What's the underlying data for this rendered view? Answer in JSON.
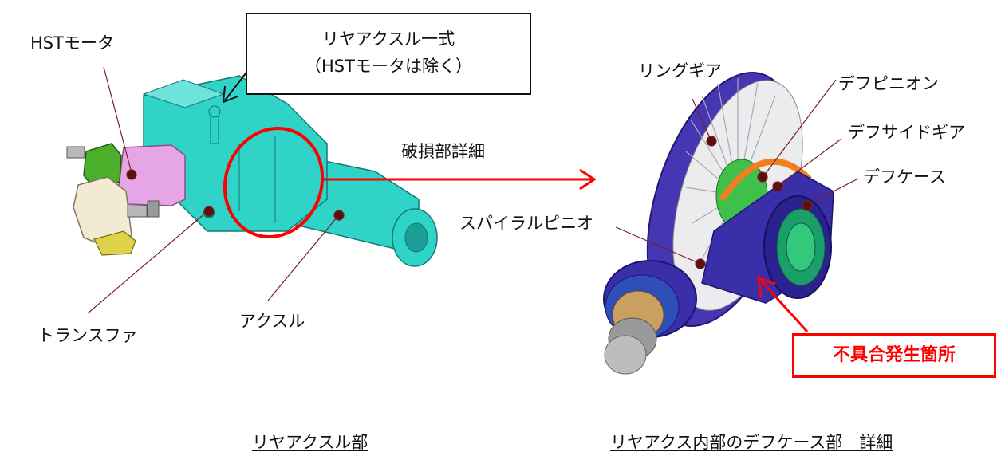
{
  "left_assembly": {
    "callout_line1": "リヤアクスル一式",
    "callout_line2": "（HSTモータは除く）",
    "hst_motor_label": "HSTモータ",
    "transfer_label": "トランスファ",
    "axle_label": "アクスル",
    "caption": "リヤアクスル部"
  },
  "damage_arrow_label": "破損部詳細",
  "right_detail": {
    "ring_gear_label": "リングギア",
    "diff_pinion_label": "デフピニオン",
    "diff_side_gear_label": "デフサイドギア",
    "diff_case_label": "デフケース",
    "spiral_pinion_label": "スパイラルピニオ",
    "defect_label": "不具合発生箇所",
    "caption": "リヤアクス内部のデフケース部　詳細"
  },
  "colors": {
    "axle_body": "#2fd3c8",
    "motor": "#e6a6e6",
    "bracket": "#4caf2c",
    "pump": "#f2ead2",
    "ring_gear": "#4636b4",
    "highlight": "#ff0000",
    "gear_orange": "#f07f20"
  }
}
